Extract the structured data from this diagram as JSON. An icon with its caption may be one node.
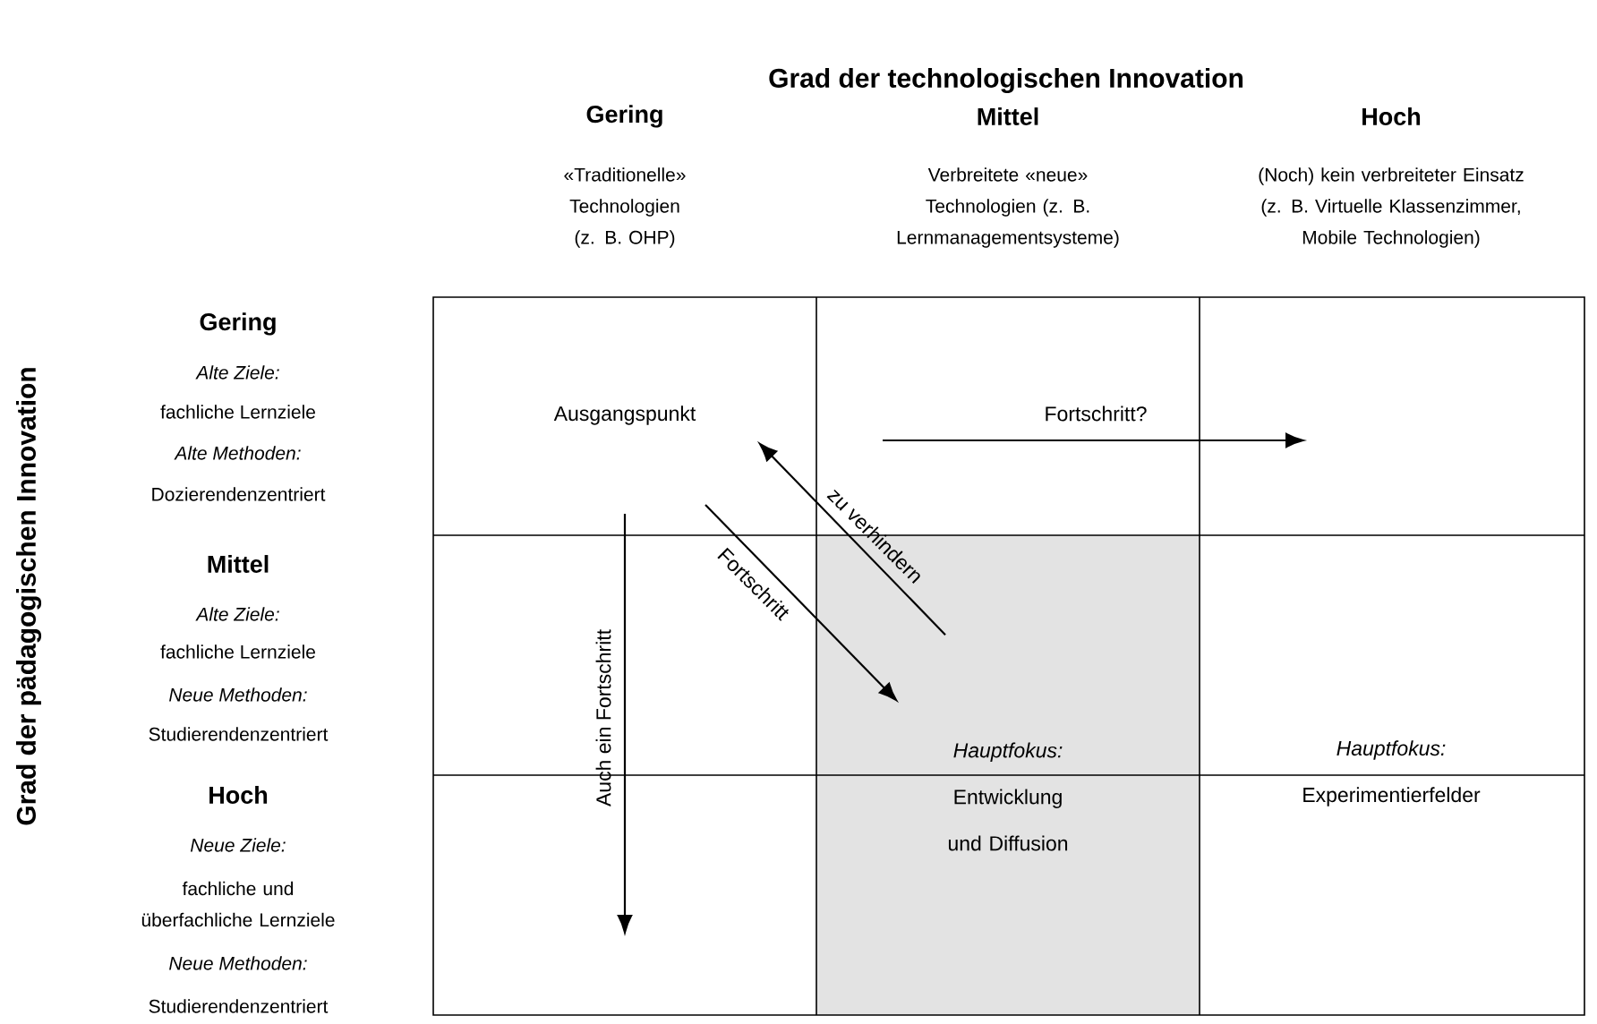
{
  "diagram": {
    "title": "Grad der technologischen Innovation",
    "nodes": [
      {
        "text": [
          "Ausgangspunkt"
        ]
      },
      {
        "text": [
          "Hauptfokus:",
          "Entwicklung und Diffusion"
        ]
      }
    ],
    "edges": [
      {
        "from": null,
        "to": 1,
        "arrow": "to",
        "label": "Fortschritt"
      },
      {
        "from": 1,
        "to": 0,
        "arrow": "to",
        "label": "zu verhindern"
      }
    ],
    "labels": [
      "Gering",
      "«Traditionelle» Technologien (z. B. OHP)",
      "Mittel",
      "Verbreitete «neue» Technologien (z. B. Lernmanagementsysteme)",
      "Hoch",
      "(Noch) kein verbreiteter Einsatz (z. B. Virtuelle Klassenzimmer, Mobile Technologien)",
      "Grad der pädagogischen Innovation",
      "Gering",
      "Alte Ziele:",
      "fachliche Lernziele",
      "Alte Methoden:",
      "Dozierendenzentriert",
      "Mittel",
      "Alte Ziele:",
      "fachliche Lernziele",
      "Neue Methoden:",
      "Studierendenzentriert",
      "Hoch",
      "Neue Ziele:",
      "fachliche und überfachliche Lernziele",
      "Neue Methoden:",
      "Studierendenzentriert",
      "Hauptfokus:",
      "Experimentierfelder",
      "Fortschritt?",
      "Auch ein Fortschritt"
    ]
  }
}
